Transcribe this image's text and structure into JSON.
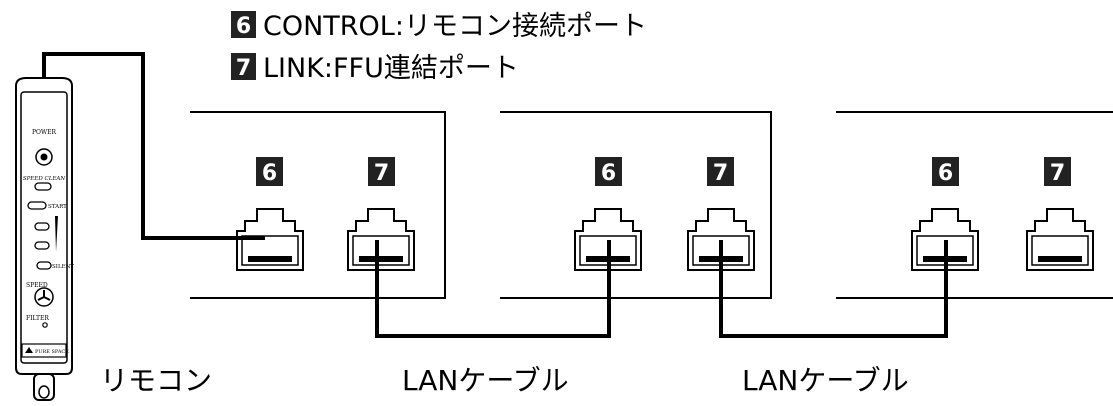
{
  "legend": [
    {
      "num": "6",
      "text": "CONTROL:リモコン接続ポート"
    },
    {
      "num": "7",
      "text": "LINK:FFU連結ポート"
    }
  ],
  "units": [
    {
      "ports": [
        {
          "num": "6"
        },
        {
          "num": "7"
        }
      ]
    },
    {
      "ports": [
        {
          "num": "6"
        },
        {
          "num": "7"
        }
      ]
    },
    {
      "ports": [
        {
          "num": "6"
        },
        {
          "num": "7"
        }
      ]
    }
  ],
  "remote": {
    "label": "リモコン",
    "power": "POWER",
    "speed_clean": "SPEED CLEAN",
    "start": "START",
    "silent": "SILENT",
    "speed": "SPEED",
    "filter": "FILTER",
    "brand": "PURE SPACE"
  },
  "cables": [
    {
      "label": "LANケーブル"
    },
    {
      "label": "LANケーブル"
    }
  ],
  "colors": {
    "badge": "#222222",
    "line": "#000000"
  }
}
